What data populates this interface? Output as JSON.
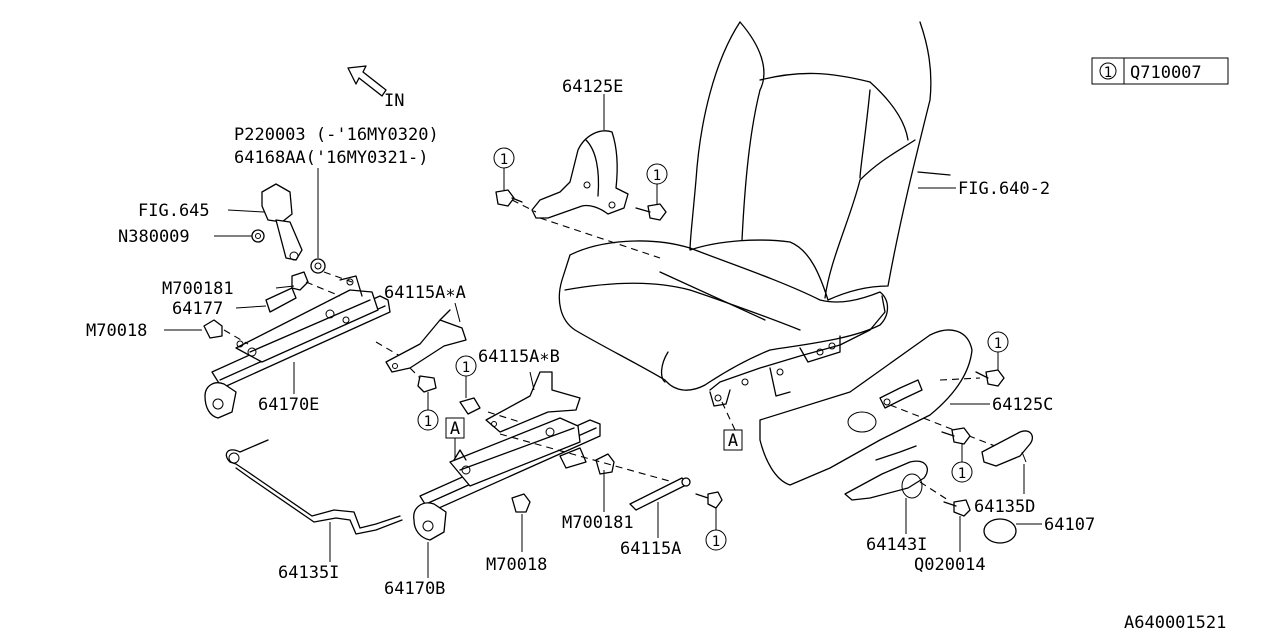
{
  "legend": {
    "marker": "1",
    "part": "Q710007"
  },
  "direction": {
    "label": "IN"
  },
  "labels": {
    "p220003": "P220003 (-'16MY0320)",
    "p64168aa": "64168AA('16MY0321-)",
    "fig645": "FIG.645",
    "n380009": "N380009",
    "m700181_l": "M700181",
    "p64177": "64177",
    "m70018_l": "M70018",
    "p64170e": "64170E",
    "p64115a_a": "64115A∗A",
    "p64115a_b": "64115A∗B",
    "p64125e": "64125E",
    "fig640": "FIG.640-2",
    "p64125c": "64125C",
    "p64135d": "64135D",
    "p64107": "64107",
    "p64143i": "64143I",
    "q020014": "Q020014",
    "m700181_r": "M700181",
    "p64115a": "64115A",
    "m70018_r": "M70018",
    "p64170b": "64170B",
    "p64135i": "64135I",
    "ref_a": "A",
    "diagram_id": "A640001521"
  },
  "callout_marker": "1"
}
